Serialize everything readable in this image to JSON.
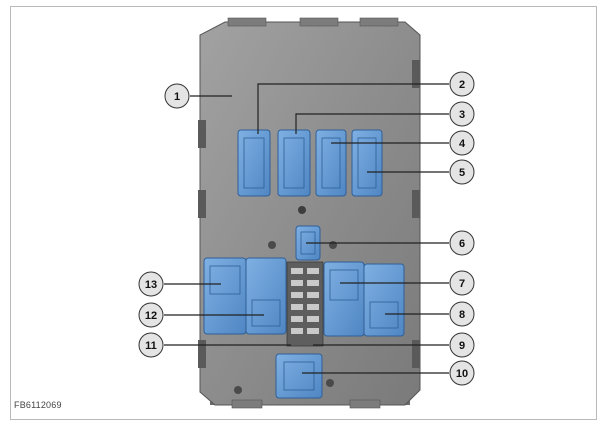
{
  "figure": {
    "id": "FB6112069"
  },
  "callouts": [
    {
      "number": "1"
    },
    {
      "number": "2"
    },
    {
      "number": "3"
    },
    {
      "number": "4"
    },
    {
      "number": "5"
    },
    {
      "number": "6"
    },
    {
      "number": "7"
    },
    {
      "number": "8"
    },
    {
      "number": "9"
    },
    {
      "number": "10"
    },
    {
      "number": "11"
    },
    {
      "number": "12"
    },
    {
      "number": "13"
    }
  ],
  "colors": {
    "housing": "#8f8f8f",
    "housing_dark": "#6f6f6f",
    "connector": "#5f95cf",
    "connector_dark": "#2f5f96",
    "callout_fill": "#e4e4e4",
    "leader": "#222222"
  }
}
